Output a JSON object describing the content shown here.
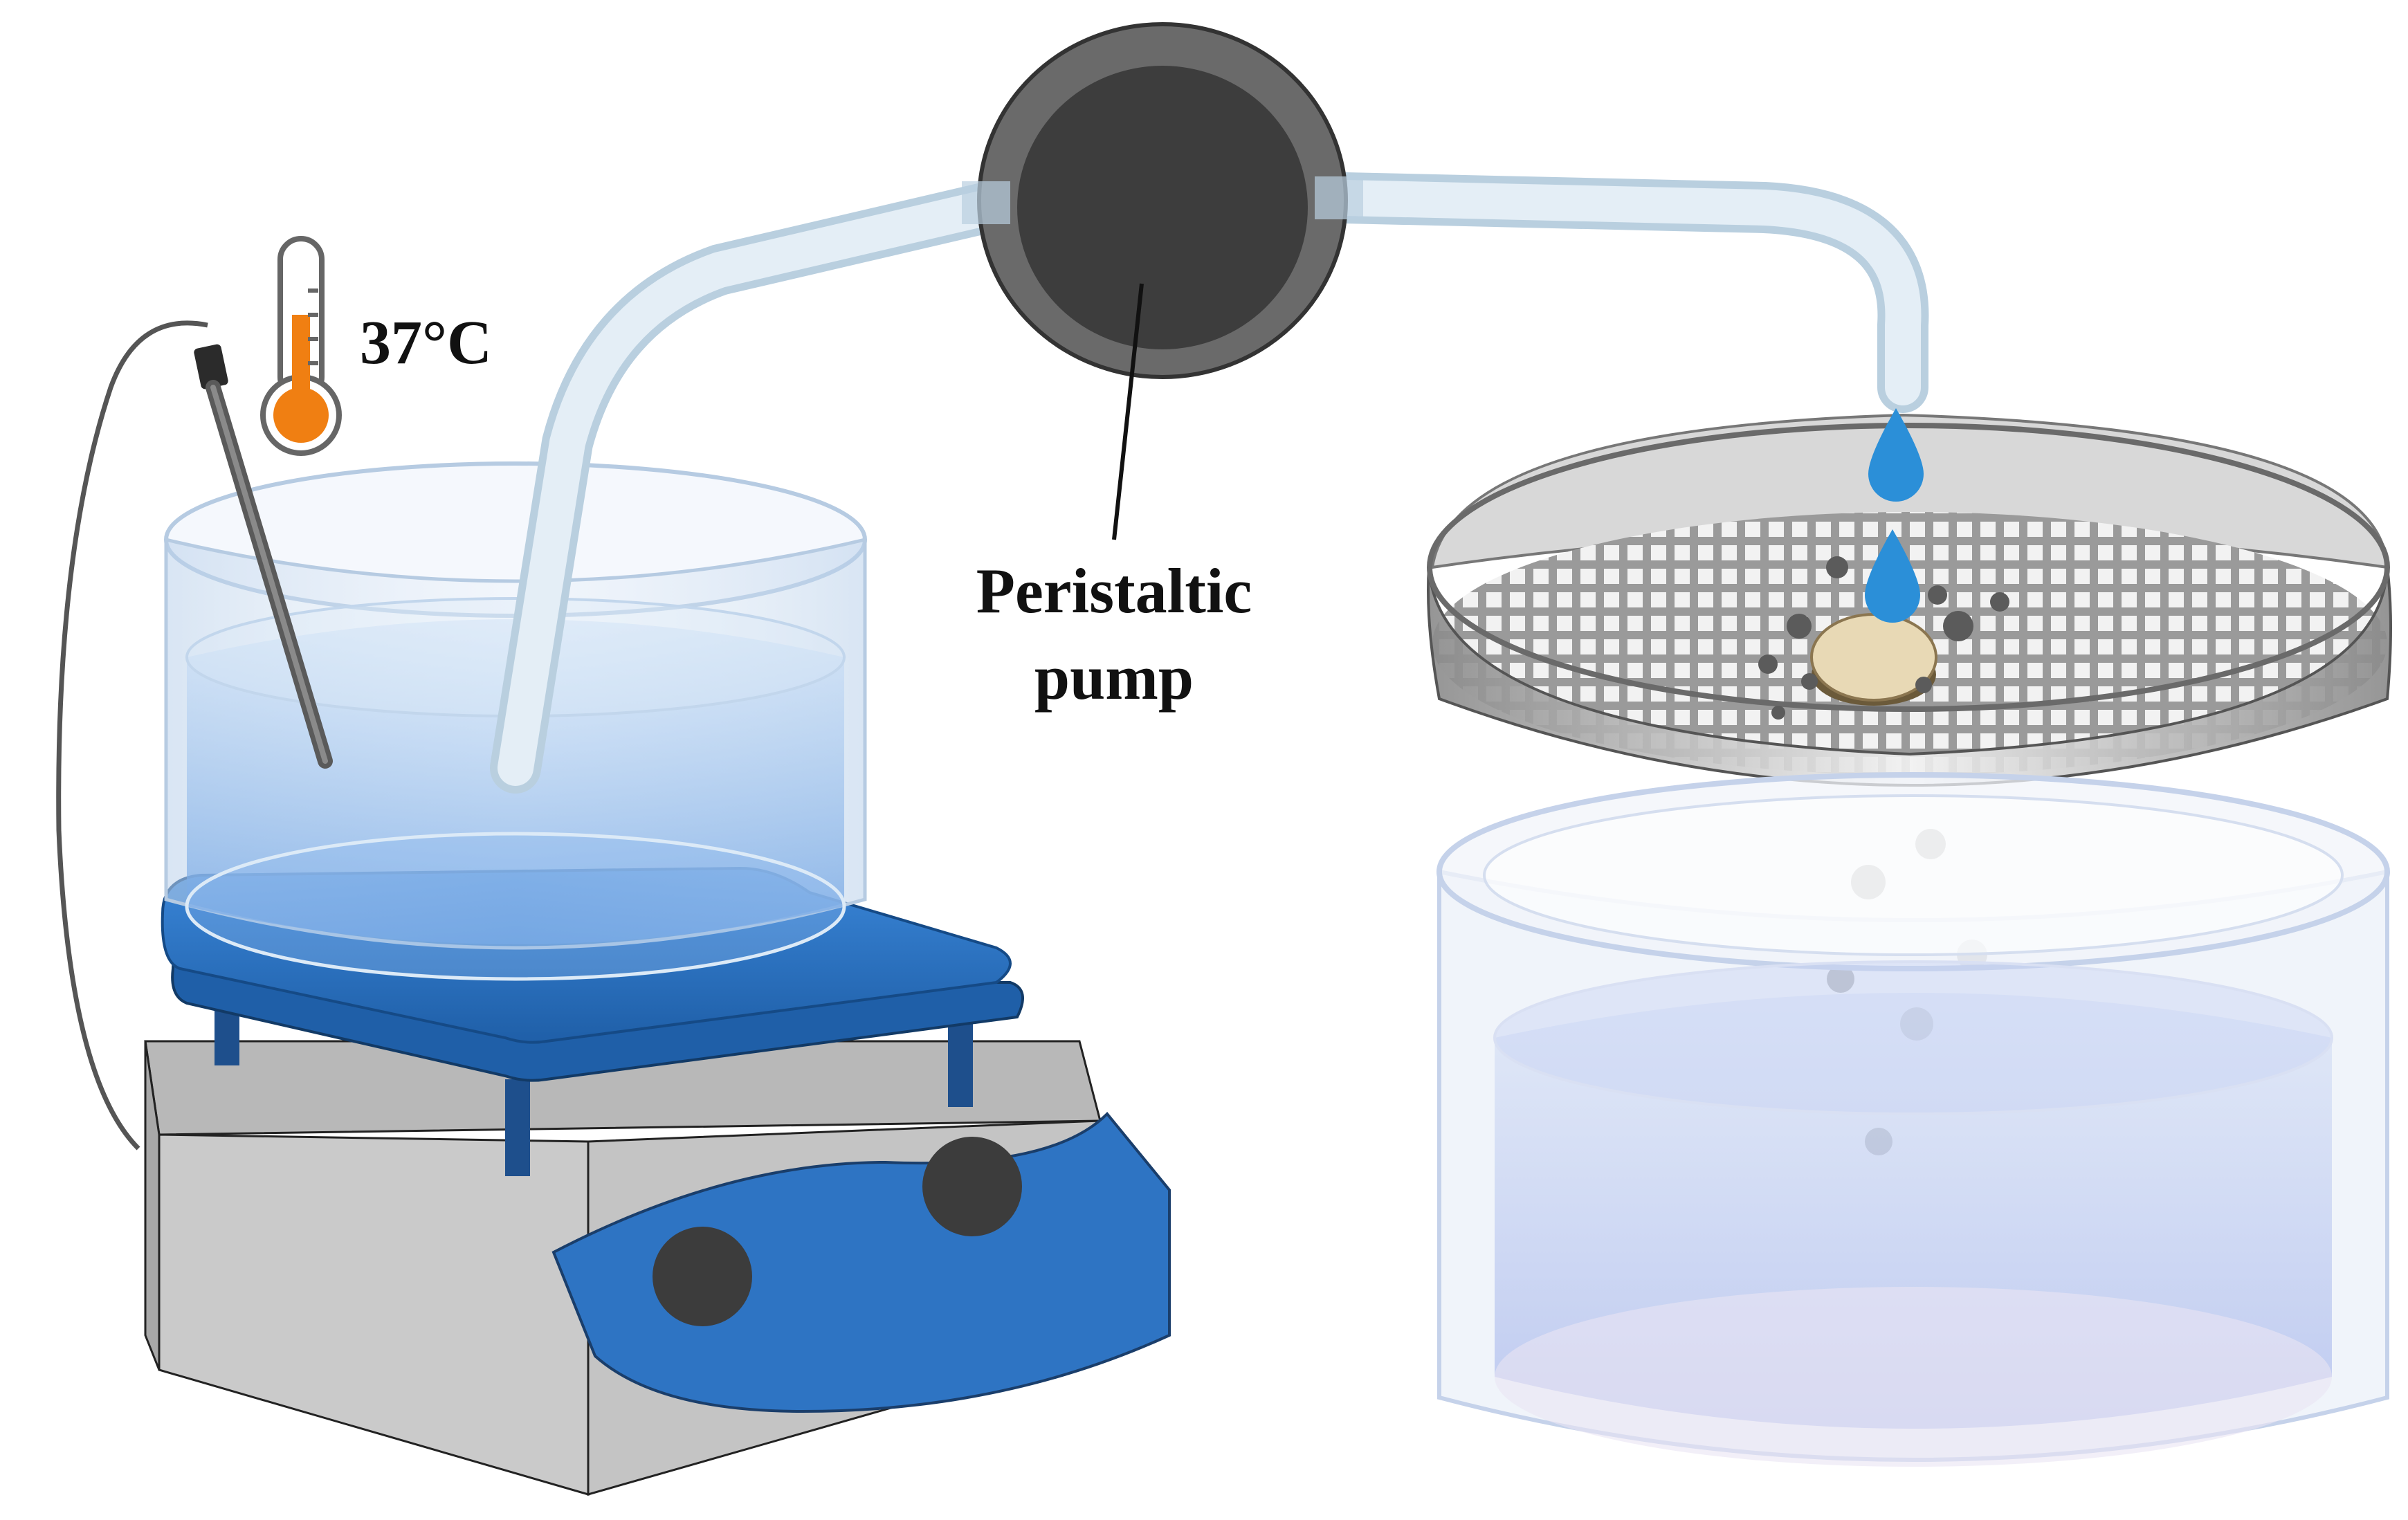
{
  "labels": {
    "temperature": "37°C",
    "pump_line1": "Peristaltic",
    "pump_line2": "pump"
  },
  "colors": {
    "hotplate_blue": "#2d73c4",
    "hotplate_blue_dark": "#1e4f8c",
    "hotplate_body": "#c9c9c9",
    "knob": "#3c3c3c",
    "water": "#7fb0e8",
    "tube": "#dde9f2",
    "pump_outer": "#555555",
    "pump_inner": "#3a3a3a",
    "thermometer_fill": "#f07f12",
    "drop": "#2b8fd8",
    "sample": "#d9c49a",
    "particles": "#5b5b5b",
    "beaker_tint": "#b8c8f0"
  },
  "icons": [
    "thermometer-icon",
    "water-drop-icon"
  ]
}
